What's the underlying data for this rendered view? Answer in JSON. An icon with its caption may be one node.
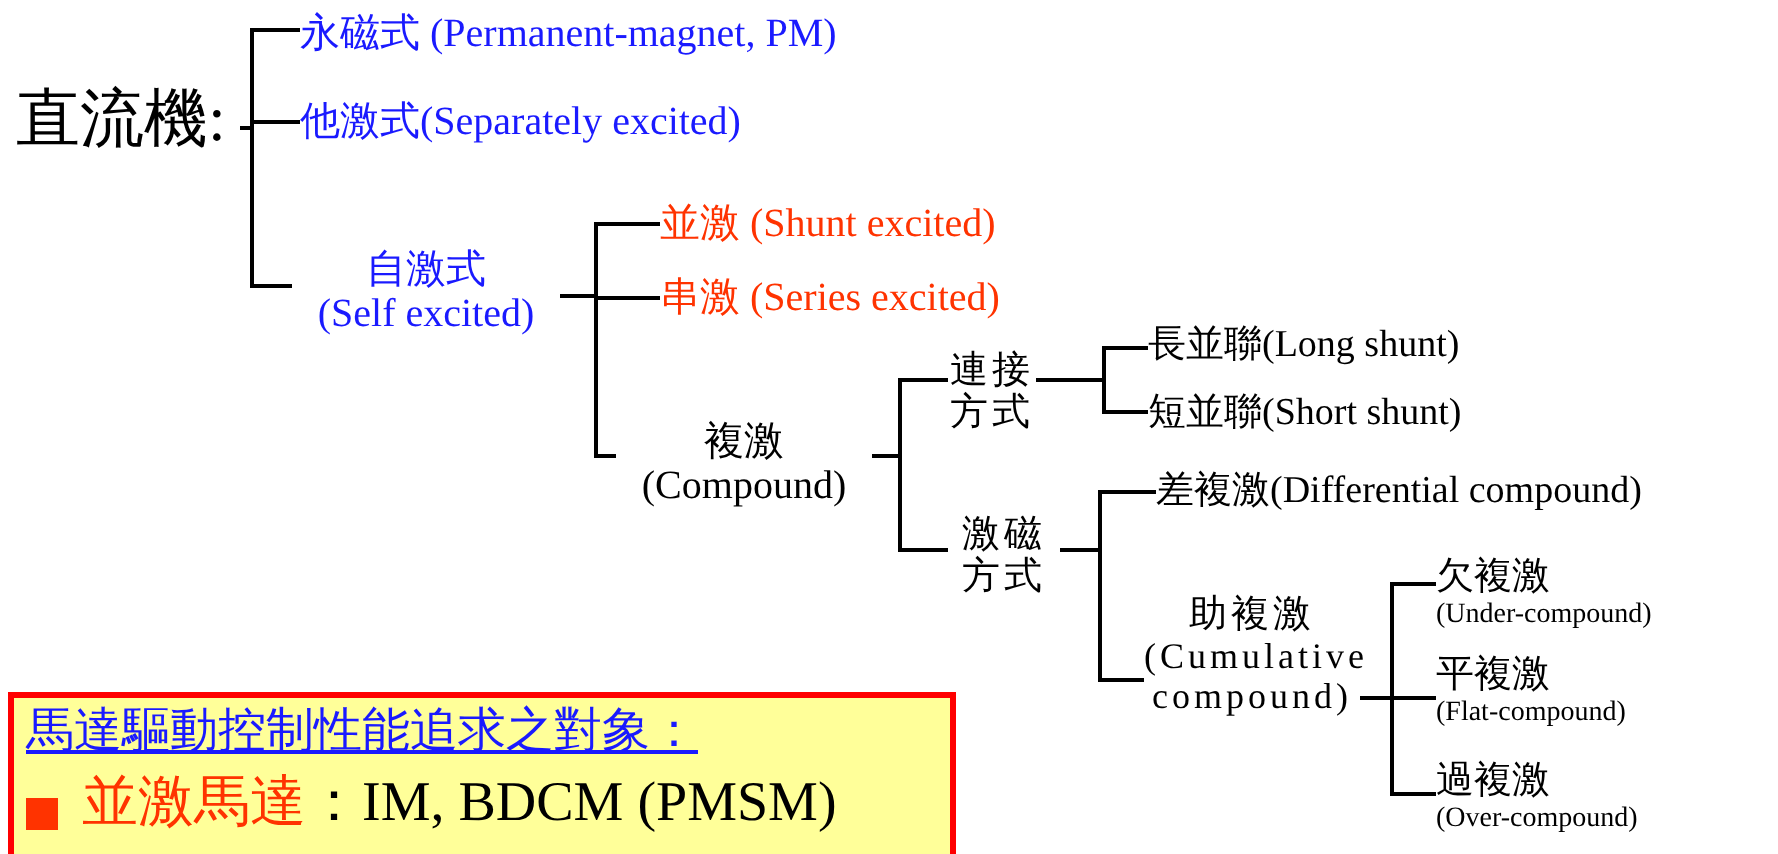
{
  "diagram": {
    "nodes": [
      {
        "text": [
          "直流機:"
        ]
      },
      {
        "text": [
          "永磁式 (Permanent-magnet, PM)"
        ]
      },
      {
        "text": [
          "他激式(Separately excited)"
        ]
      },
      {
        "text": [
          "自激式",
          "(Self excited)"
        ]
      },
      {
        "text": [
          "並激 (Shunt excited)"
        ]
      },
      {
        "text": [
          "串激 (Series excited)"
        ]
      },
      {
        "text": [
          "複激",
          "(Compound)"
        ]
      },
      {
        "text": [
          "連接方式"
        ]
      },
      {
        "text": [
          "長並聯(Long shunt)"
        ]
      },
      {
        "text": [
          "短並聯(Short shunt)"
        ]
      },
      {
        "text": [
          "激磁方式"
        ]
      },
      {
        "text": [
          "差複激(Differential compound)"
        ]
      },
      {
        "text": [
          "助複激",
          "(Cumulative compound)"
        ]
      },
      {
        "text": [
          "欠複激",
          "(Under-compound)"
        ]
      },
      {
        "text": [
          "平複激",
          "(Flat-compound)"
        ]
      },
      {
        "text": [
          "過複激",
          "(Over-compound)"
        ]
      },
      {
        "text": [
          "馬達驅動控制性能追求之對象：",
          "並激馬達",
          "：IM, BDCM (PMSM)"
        ]
      }
    ],
    "edges": [
      {
        "from": 0,
        "to": 1,
        "arrow": "none"
      },
      {
        "from": 0,
        "to": 2,
        "arrow": "none"
      },
      {
        "from": 0,
        "to": 3,
        "arrow": "none"
      },
      {
        "from": 3,
        "to": 4,
        "arrow": "none"
      },
      {
        "from": 3,
        "to": 5,
        "arrow": "none"
      },
      {
        "from": 3,
        "to": 6,
        "arrow": "none"
      },
      {
        "from": 6,
        "to": 7,
        "arrow": "none"
      },
      {
        "from": 6,
        "to": 10,
        "arrow": "none"
      },
      {
        "from": 7,
        "to": 8,
        "arrow": "none"
      },
      {
        "from": 7,
        "to": 9,
        "arrow": "none"
      },
      {
        "from": 10,
        "to": 11,
        "arrow": "none"
      },
      {
        "from": 10,
        "to": 12,
        "arrow": "none"
      },
      {
        "from": 12,
        "to": 13,
        "arrow": "none"
      },
      {
        "from": 12,
        "to": 14,
        "arrow": "none"
      },
      {
        "from": 12,
        "to": 15,
        "arrow": "none"
      }
    ]
  }
}
